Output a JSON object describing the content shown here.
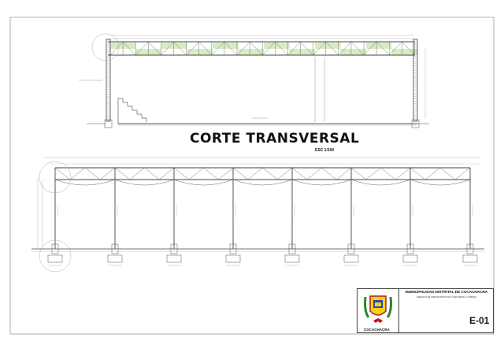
{
  "drawing": {
    "title": "CORTE TRANSVERSAL",
    "scale": "ESC 1/100",
    "colors": {
      "truss_fill": "#d8ecc4",
      "line": "#555555",
      "project_text": "#cc3399"
    }
  },
  "title_block": {
    "institution": "MUNICIPALIDAD DISTRITAL DE COCACHACRA",
    "department": "GERENCIA DE INFRAESTRUCTURA Y DESARROLLO URBANO",
    "logo_text": "COCACHACRA",
    "sheet_code": "E-01"
  }
}
